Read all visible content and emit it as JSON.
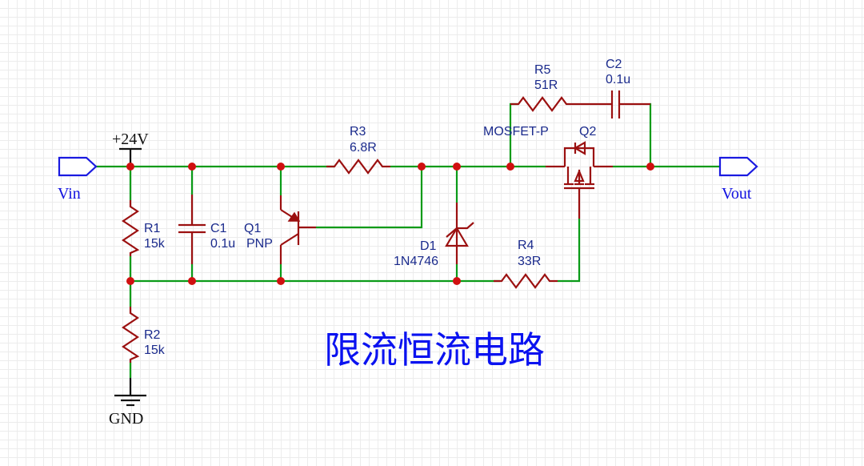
{
  "title": "限流恒流电路",
  "power": {
    "label": "+24V"
  },
  "ground": {
    "label": "GND"
  },
  "ports": {
    "input": {
      "label": "Vin"
    },
    "output": {
      "label": "Vout"
    }
  },
  "components": {
    "R1": {
      "ref": "R1",
      "value": "15k"
    },
    "R2": {
      "ref": "R2",
      "value": "15k"
    },
    "R3": {
      "ref": "R3",
      "value": "6.8R"
    },
    "R4": {
      "ref": "R4",
      "value": "33R"
    },
    "R5": {
      "ref": "R5",
      "value": "51R"
    },
    "C1": {
      "ref": "C1",
      "value": "0.1u"
    },
    "C2": {
      "ref": "C2",
      "value": "0.1u"
    },
    "Q1": {
      "ref": "Q1",
      "value": "PNP"
    },
    "Q2": {
      "ref": "Q2",
      "value": "MOSFET-P"
    },
    "D1": {
      "ref": "D1",
      "value": "1N4746"
    }
  },
  "colors": {
    "wire": "#0a9b18",
    "component": "#9b1010",
    "junction": "#d01010",
    "label": "#1a2a8c",
    "port": "#1a1ae0",
    "title": "#0a12f0"
  }
}
